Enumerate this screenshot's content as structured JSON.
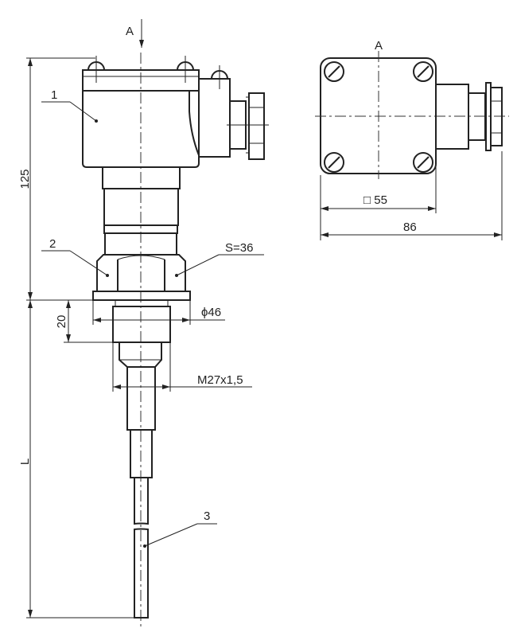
{
  "drawing": {
    "view_marker": "A",
    "top_view_label": "A",
    "leaders": {
      "item1": "1",
      "item2": "2",
      "item3": "3",
      "hex_size": "S=36"
    },
    "dimensions": {
      "height_housing": "125",
      "length_probe": "L",
      "thread_length": "20",
      "flange_diameter": "ϕ46",
      "thread": "M27x1,5",
      "square_size": "□ 55",
      "overall_width": "86"
    }
  }
}
